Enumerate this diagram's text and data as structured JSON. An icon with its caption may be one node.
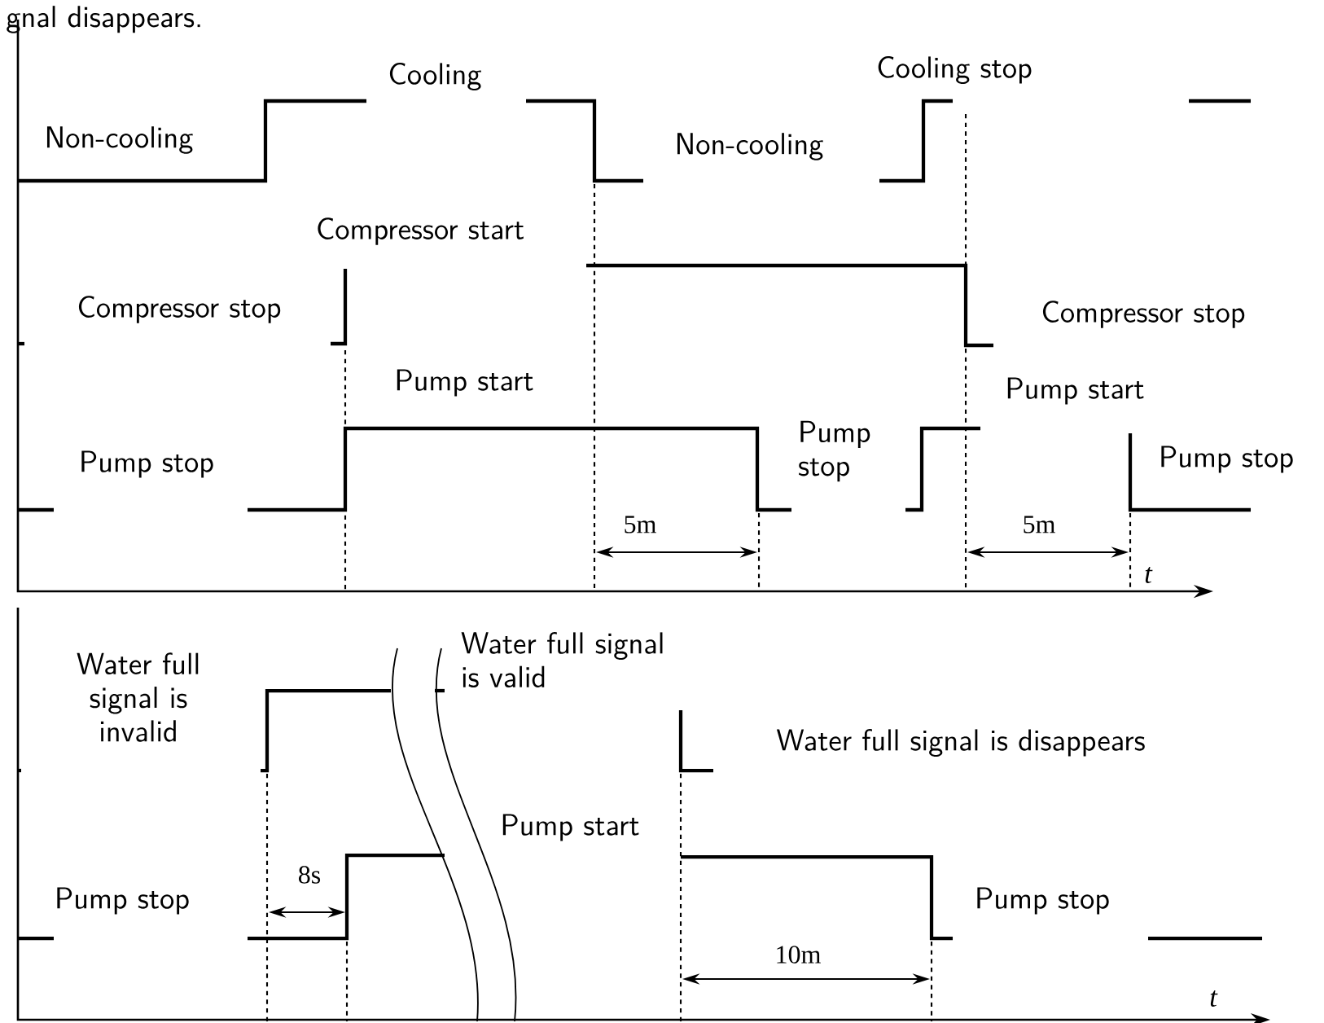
{
  "diagram": {
    "labels": [
      "gnal disappears.",
      "Cooling",
      "Cooling stop",
      "Non-cooling",
      "Non-cooling",
      "Compressor start",
      "Compressor stop",
      "Compressor stop",
      "Pump start",
      "Pump start",
      "Pump stop",
      "Pump stop",
      "Pump stop",
      "5m",
      "5m",
      "t",
      "Water full signal is valid",
      "Water full signal is invalid",
      "Water full signal is disappears",
      "8s",
      "Pump start",
      "Pump stop",
      "Pump stop",
      "10m",
      "t"
    ]
  }
}
